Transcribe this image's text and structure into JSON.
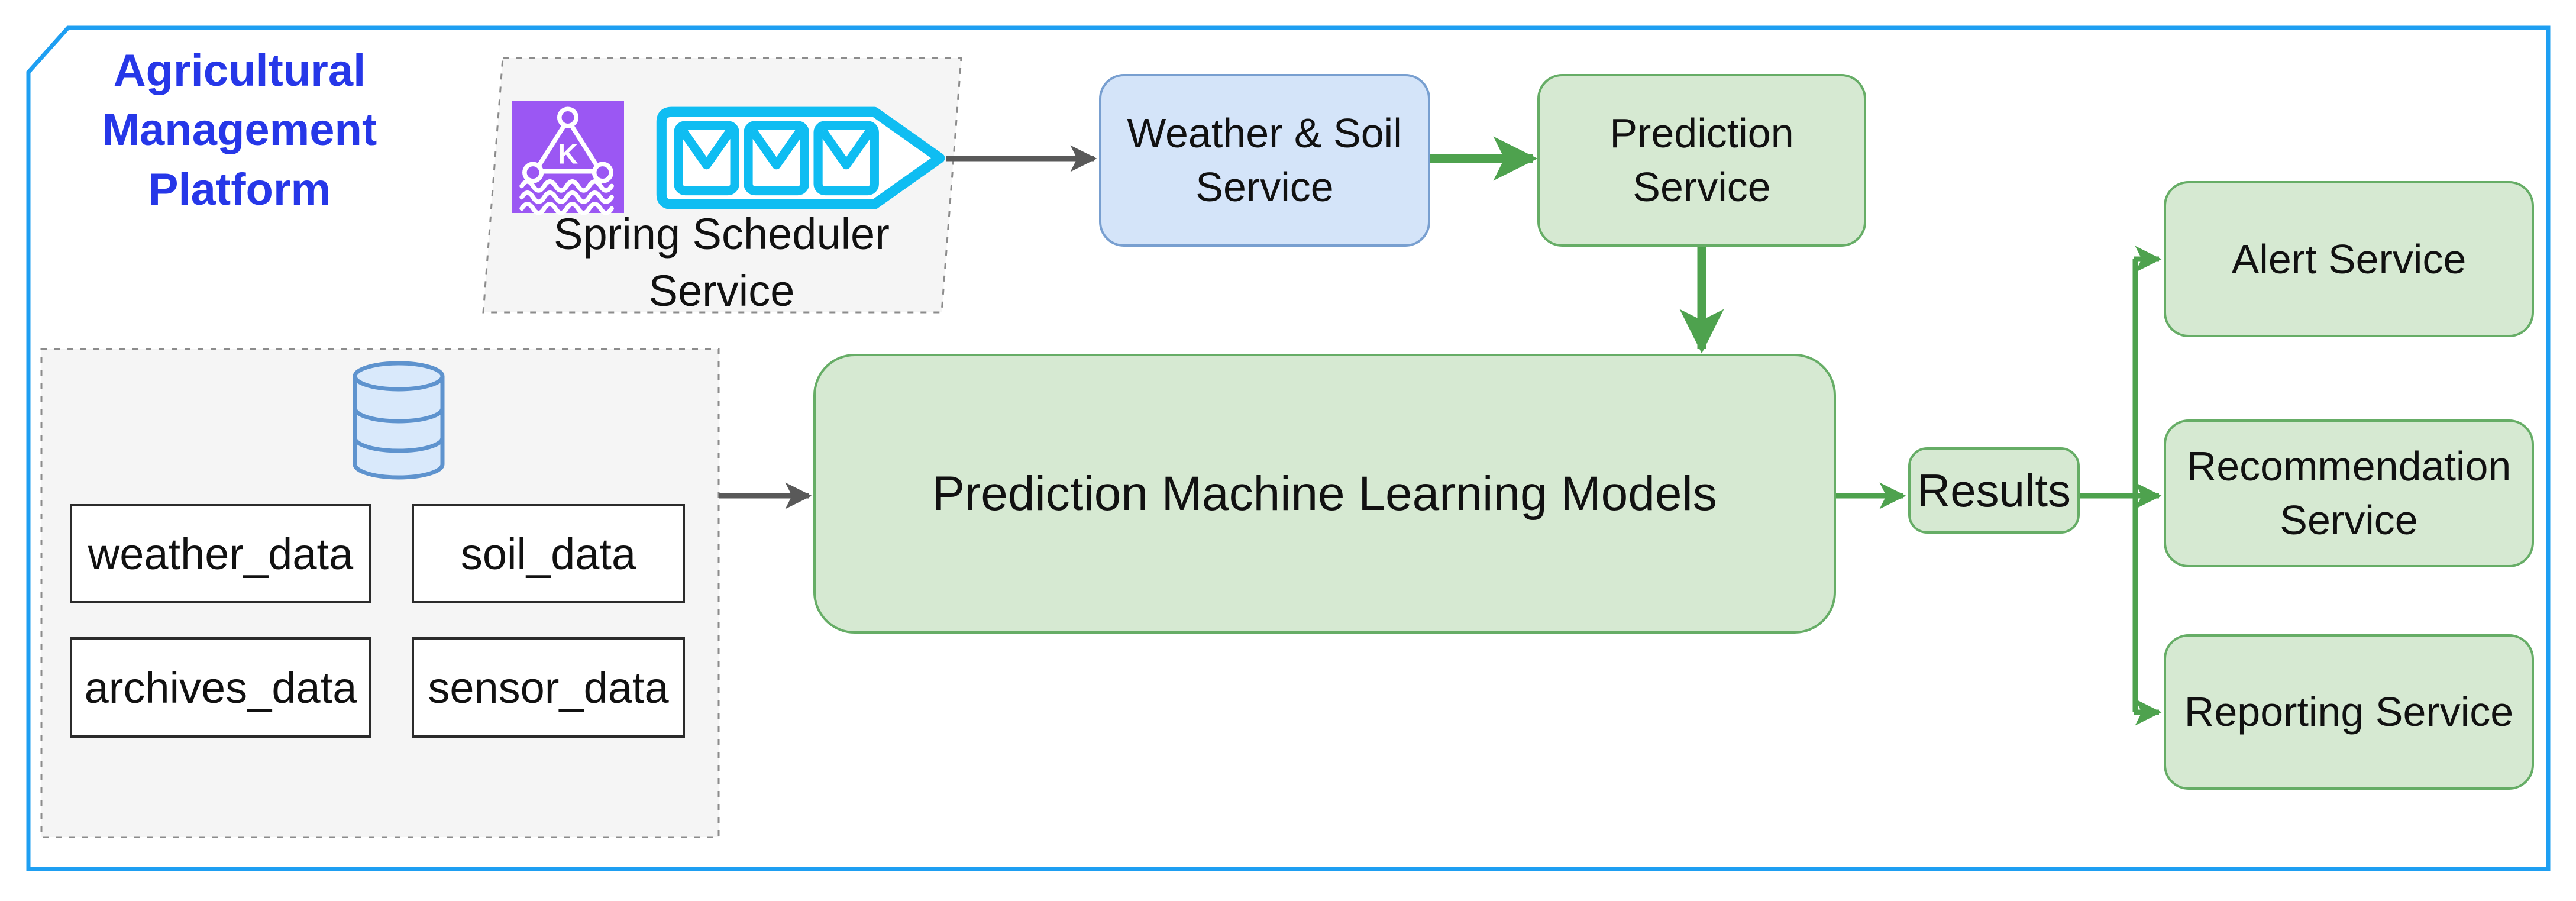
{
  "platform": {
    "title": "Agricultural Management Platform"
  },
  "nodes": {
    "spring_scheduler": {
      "label": "Spring Scheduler Service"
    },
    "weather_soil": {
      "label": "Weather & Soil Service"
    },
    "prediction": {
      "label": "Prediction Service"
    },
    "ml_models": {
      "label": "Prediction Machine Learning Models"
    },
    "results": {
      "label": "Results"
    },
    "alert": {
      "label": "Alert Service"
    },
    "recommendation": {
      "label": "Recommendation Service"
    },
    "reporting": {
      "label": "Reporting Service"
    }
  },
  "database": {
    "tables": [
      "weather_data",
      "soil_data",
      "archives_data",
      "sensor_data"
    ]
  },
  "icons": {
    "kafka_streaming": "kafka-msk-icon",
    "message_queue": "message-queue-icon",
    "database": "database-cylinder-icon"
  },
  "colors": {
    "frame_border": "#1e9ff2",
    "title_text": "#2637e8",
    "green_fill": "#d6e9d2",
    "green_border": "#66ad66",
    "green_arrow": "#4ea24e",
    "blue_fill": "#d4e4f9",
    "blue_border": "#789fd0",
    "gray_arrow": "#595959",
    "container_fill": "#f5f5f5",
    "container_dash": "#8c8c8c",
    "cyan_icon": "#0fbdf2",
    "purple_icon": "#9b57f3",
    "cylinder_fill": "#d9e9fb",
    "cylinder_border": "#5e93ce"
  }
}
